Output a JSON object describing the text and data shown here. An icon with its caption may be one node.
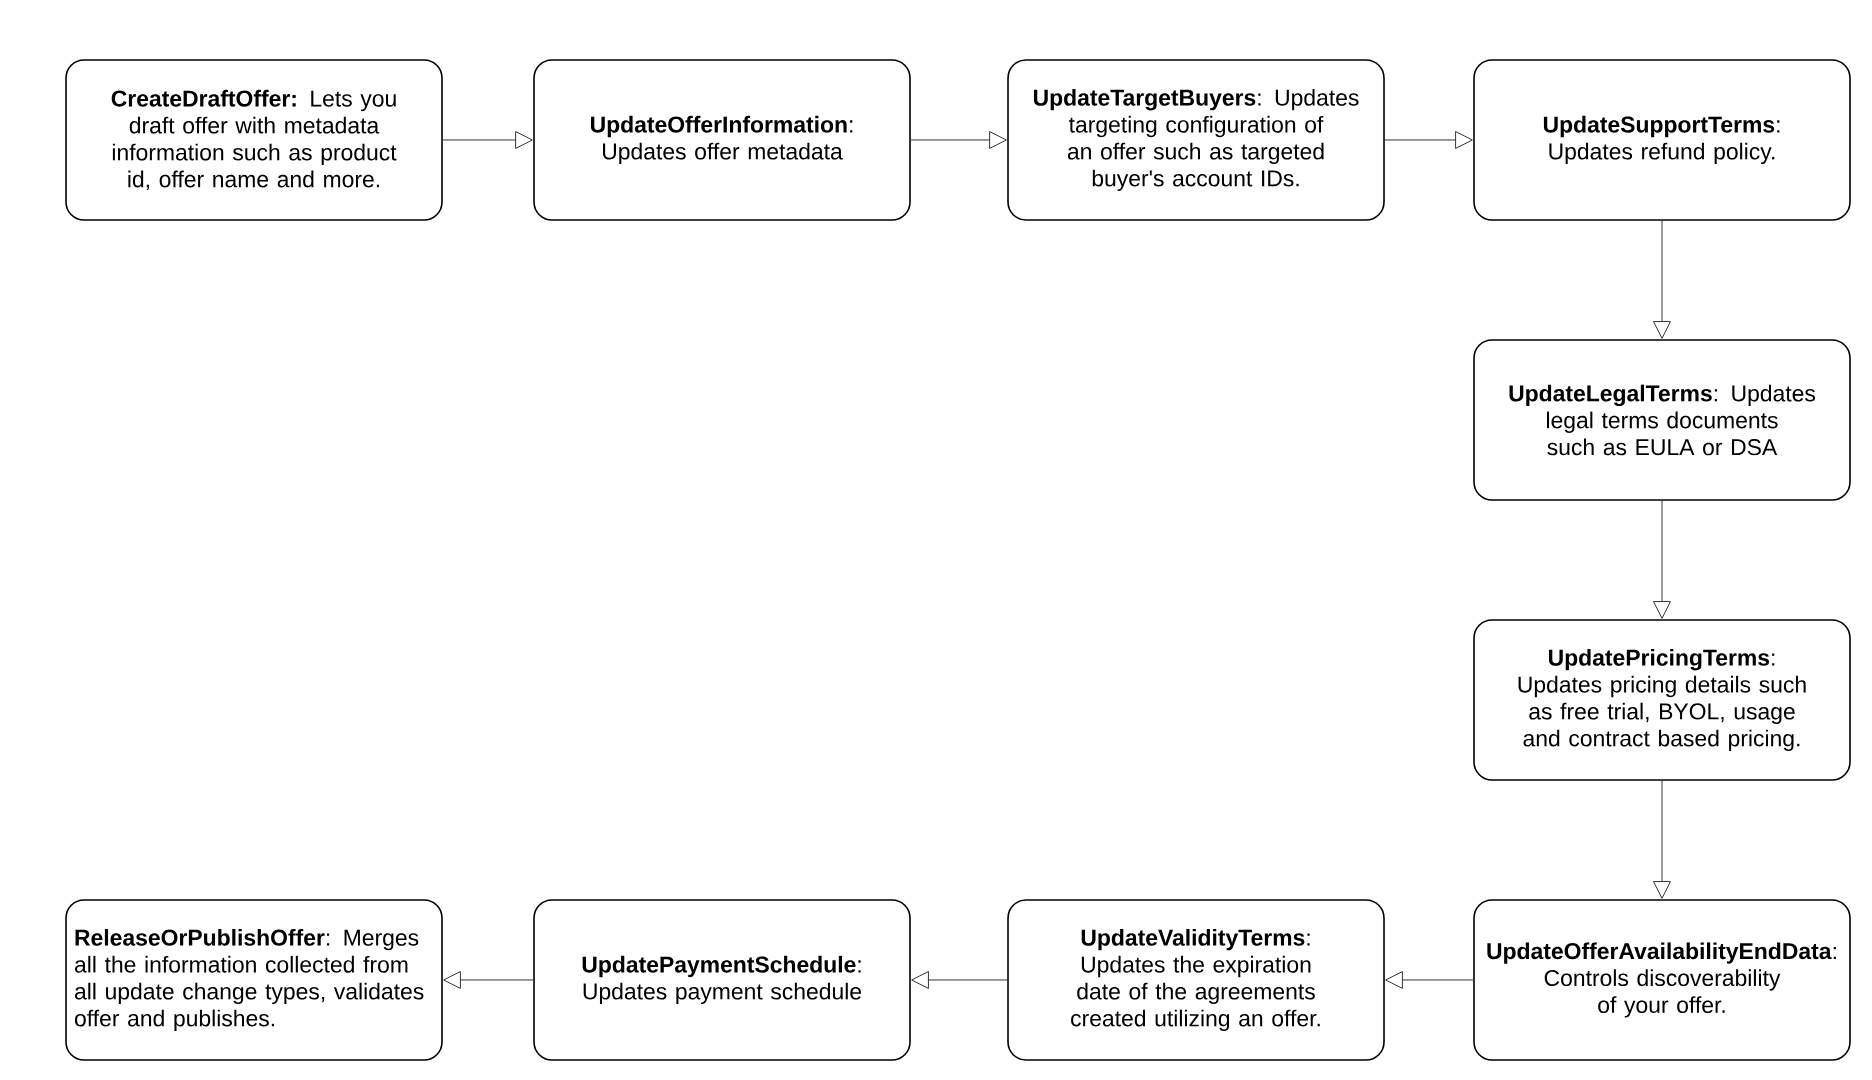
{
  "diagram": {
    "nodes": [
      {
        "text": [
          "**CreateDraftOffer:** Lets you draft offer with metadata information such as product id, offer name and more."
        ]
      },
      {
        "text": [
          "**UpdateOfferInformation**: Updates offer metadata"
        ]
      },
      {
        "text": [
          "**UpdateTargetBuyers**: Updates targeting configuration of an offer such as targeted buyer's account IDs."
        ]
      },
      {
        "text": [
          "**UpdateSupportTerms**: Updates refund policy."
        ]
      },
      {
        "text": [
          "**UpdateLegalTerms**: Updates legal terms documents such as EULA or DSA"
        ]
      },
      {
        "text": [
          "**UpdatePricingTerms**: Updates pricing details such as free trial, BYOL, usage and contract based pricing."
        ]
      },
      {
        "text": [
          "**UpdateOfferAvailabilityEndData**: Controls discoverability of your offer."
        ]
      },
      {
        "text": [
          "**UpdateValidityTerms**: Updates the expiration date of the agreements created utilizing an offer."
        ]
      },
      {
        "text": [
          "**UpdatePaymentSchedule**: Updates payment schedule"
        ]
      },
      {
        "text": [
          "**ReleaseOrPublishOffer**: Merges all the information collected from all update change types, validates offer and publishes."
        ]
      }
    ],
    "edges": [
      {
        "from": 0,
        "to": 1,
        "arrow": "to"
      },
      {
        "from": 1,
        "to": 2,
        "arrow": "to"
      },
      {
        "from": 2,
        "to": 3,
        "arrow": "to"
      },
      {
        "from": 3,
        "to": 4,
        "arrow": "to"
      },
      {
        "from": 4,
        "to": 5,
        "arrow": "to"
      },
      {
        "from": 5,
        "to": 6,
        "arrow": "to"
      },
      {
        "from": 6,
        "to": 7,
        "arrow": "to"
      },
      {
        "from": 7,
        "to": 8,
        "arrow": "to"
      },
      {
        "from": 8,
        "to": 9,
        "arrow": "to"
      }
    ]
  }
}
